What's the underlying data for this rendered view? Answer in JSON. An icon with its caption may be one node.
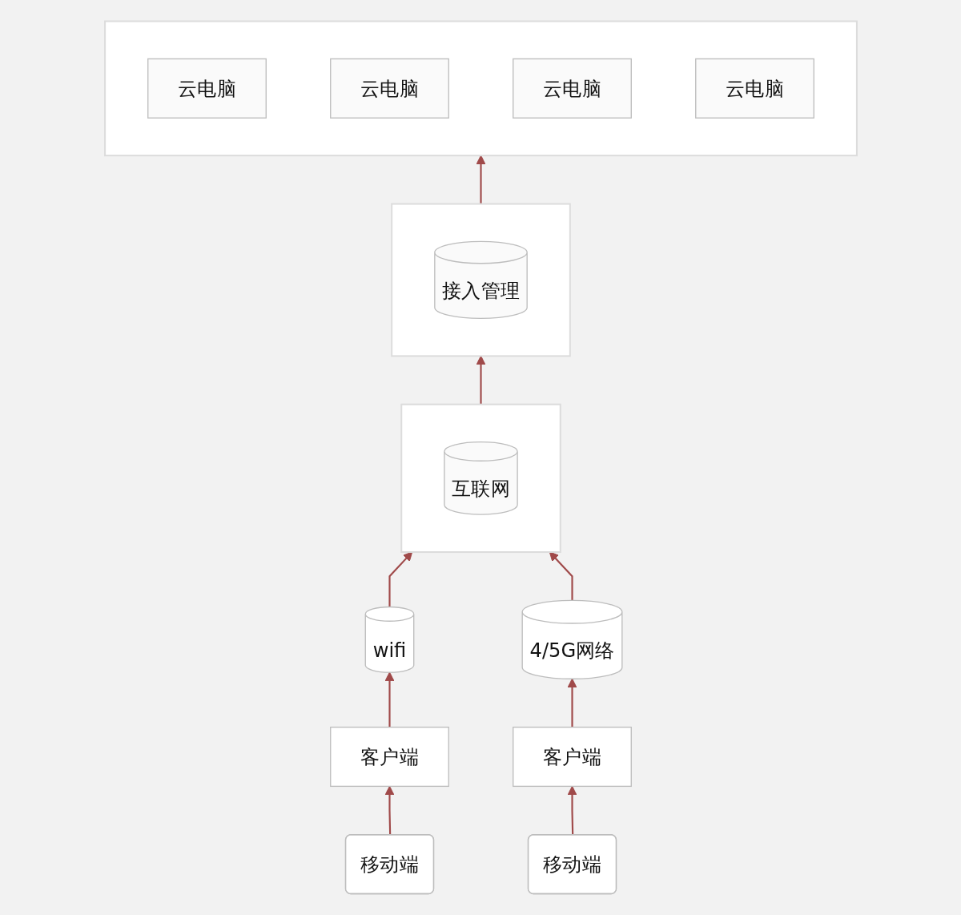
{
  "diagram": {
    "nodes": [
      {
        "text": [],
        "shape": "box"
      },
      {
        "text": [
          "云电脑"
        ],
        "in": 0
      },
      {
        "text": [
          "云电脑"
        ],
        "in": 0
      },
      {
        "text": [
          "云电脑"
        ],
        "in": 0
      },
      {
        "text": [
          "云电脑"
        ],
        "in": 0
      },
      {
        "text": [],
        "shape": "box"
      },
      {
        "text": [
          "接入管理"
        ],
        "in": 5
      },
      {
        "text": [],
        "shape": "box"
      },
      {
        "text": [
          "互联网"
        ],
        "in": 7
      },
      {
        "text": [
          "wifi"
        ]
      },
      {
        "text": [
          "4/5G网络"
        ]
      },
      {
        "text": [
          "客户端"
        ]
      },
      {
        "text": [
          "客户端"
        ]
      },
      {
        "text": [
          "移动端"
        ]
      },
      {
        "text": [
          "移动端"
        ]
      }
    ],
    "edges": [
      {
        "from": 5,
        "to": 0,
        "arrow": "to"
      },
      {
        "from": 7,
        "to": 5,
        "arrow": "to"
      },
      {
        "from": 9,
        "to": 7,
        "arrow": "to"
      },
      {
        "from": 10,
        "to": 7,
        "arrow": "to"
      },
      {
        "from": 11,
        "to": 9,
        "arrow": "to"
      },
      {
        "from": 12,
        "to": 10,
        "arrow": "to"
      },
      {
        "from": 13,
        "to": 11,
        "arrow": "to"
      },
      {
        "from": 14,
        "to": 12,
        "arrow": "to"
      }
    ]
  }
}
